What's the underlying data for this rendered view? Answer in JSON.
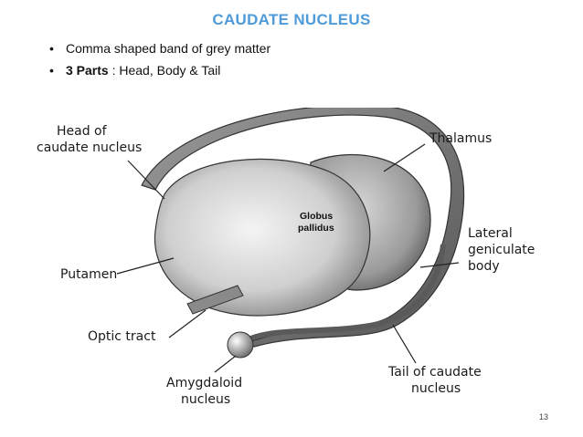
{
  "slide": {
    "title": "CAUDATE NUCLEUS",
    "title_color": "#4f9bd9",
    "bullets": [
      {
        "bold": "",
        "text": "Comma shaped band of grey matter"
      },
      {
        "bold": "3 Parts",
        "text": " : Head, Body & Tail"
      }
    ],
    "bullet_glyph": "•",
    "page_number": "13"
  },
  "figure": {
    "labels": {
      "head_line1": "Head of",
      "head_line2": "caudate nucleus",
      "thalamus": "Thalamus",
      "globus_line1": "Globus",
      "globus_line2": "pallidus",
      "lateral_line1": "Lateral",
      "lateral_line2": "geniculate",
      "lateral_line3": "body",
      "putamen": "Putamen",
      "optic_tract": "Optic tract",
      "tail_line1": "Tail of caudate",
      "tail_line2": "nucleus",
      "amygdaloid_line1": "Amygdaloid",
      "amygdaloid_line2": "nucleus"
    }
  }
}
